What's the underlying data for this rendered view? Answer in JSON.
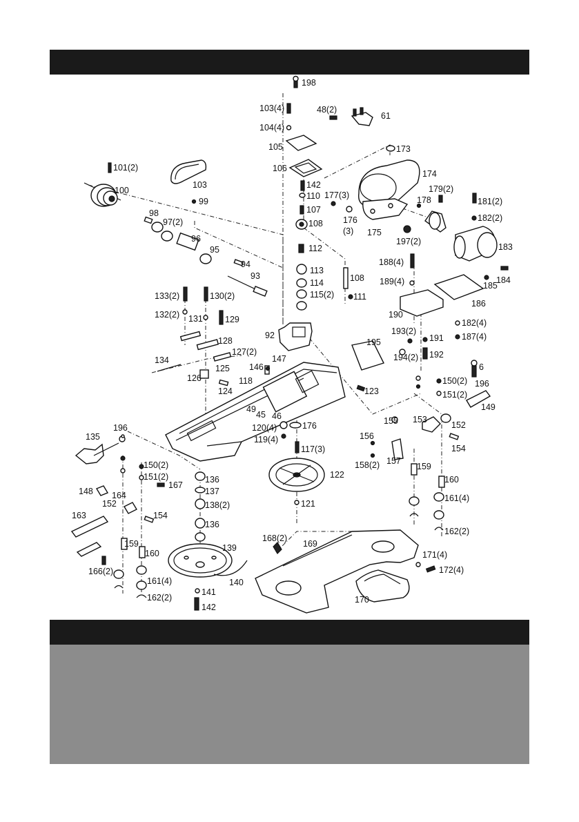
{
  "labels": {
    "p198": "198",
    "p103_4": "103(4)",
    "p104_4": "104(4)",
    "p105": "105",
    "p106": "106",
    "p48_2": "48(2)",
    "p61": "61",
    "p173": "173",
    "p174": "174",
    "p101_2": "101(2)",
    "p100": "100",
    "p103": "103",
    "p99": "99",
    "p142a": "142",
    "p110": "110",
    "p107": "107",
    "p108a": "108",
    "p177_3": "177(3)",
    "p176a": "176",
    "p176a_qty": "(3)",
    "p175": "175",
    "p178": "178",
    "p179_2": "179(2)",
    "p181_2": "181(2)",
    "p182_2": "182(2)",
    "p197_2": "197(2)",
    "p183": "183",
    "p98": "98",
    "p97_2": "97(2)",
    "p96": "96",
    "p95": "95",
    "p94": "94",
    "p93": "93",
    "p112": "112",
    "p113": "113",
    "p114": "114",
    "p115_2": "115(2)",
    "p108b": "108",
    "p111": "111",
    "p188_4": "188(4)",
    "p189_4": "189(4)",
    "p184": "184",
    "p185": "185",
    "p186": "186",
    "p190": "190",
    "p133_2": "133(2)",
    "p130_2": "130(2)",
    "p132_2": "132(2)",
    "p131": "131",
    "p129": "129",
    "p92": "92",
    "p128": "128",
    "p127_2": "127(2)",
    "p125": "125",
    "p134": "134",
    "p126": "126",
    "p124": "124",
    "p146": "146",
    "p147": "147",
    "p118": "118",
    "p195": "195",
    "p193_2": "193(2)",
    "p191": "191",
    "p192": "192",
    "p194_2": "194(2)",
    "p182_4": "182(4)",
    "p187_4": "187(4)",
    "p6": "6",
    "p196a": "196",
    "p150_2a": "150(2)",
    "p151_2a": "151(2)",
    "p149": "149",
    "p123": "123",
    "p49": "49",
    "p45": "45",
    "p46": "46",
    "p176b": "176",
    "p120_4": "120(4)",
    "p119_4": "119(4)",
    "p117_3": "117(3)",
    "p155": "155",
    "p153": "153",
    "p152a": "152",
    "p156": "156",
    "p154a": "154",
    "p158_2": "158(2)",
    "p157": "157",
    "p159a": "159",
    "p160a": "160",
    "p161_4a": "161(4)",
    "p162_2a": "162(2)",
    "p135": "135",
    "p196b": "196",
    "p150_2b": "150(2)",
    "p151_2b": "151(2)",
    "p148": "148",
    "p167": "167",
    "p164": "164",
    "p152b": "152",
    "p163": "163",
    "p154b": "154",
    "p136a": "136",
    "p137": "137",
    "p138_2": "138(2)",
    "p136b": "136",
    "p122": "122",
    "p121": "121",
    "p159b": "159",
    "p160b": "160",
    "p166_2": "166(2)",
    "p161_4b": "161(4)",
    "p162_2b": "162(2)",
    "p139": "139",
    "p140": "140",
    "p141": "141",
    "p142b": "142",
    "p168_2": "168(2)",
    "p169": "169",
    "p171_4": "171(4)",
    "p172_4": "172(4)",
    "p170": "170"
  }
}
